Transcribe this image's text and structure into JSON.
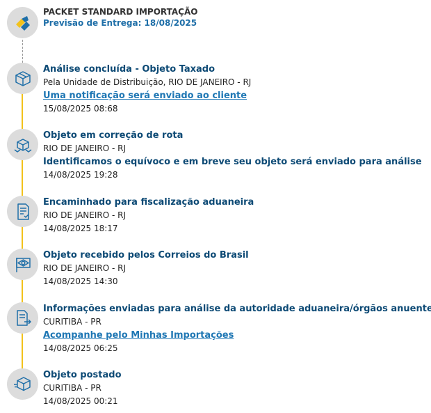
{
  "header": {
    "title": "PACKET STANDARD IMPORTAÇÃO",
    "subtitle": "Previsão de Entrega: 18/08/2025"
  },
  "events": [
    {
      "title": "Análise concluída - Objeto Taxado",
      "location": "Pela Unidade de Distribuição, RIO DE JANEIRO - RJ",
      "link": "Uma notificação será enviado ao cliente",
      "datetime": "15/08/2025 08:68"
    },
    {
      "title": "Objeto em correção de rota",
      "location": "RIO DE JANEIRO - RJ",
      "note": "Identificamos o equívoco e em breve seu objeto será enviado para análise",
      "datetime": "14/08/2025 19:28"
    },
    {
      "title": "Encaminhado para fiscalização aduaneira",
      "location": "RIO DE JANEIRO - RJ",
      "datetime": "14/08/2025 18:17"
    },
    {
      "title": "Objeto recebido pelos Correios do Brasil",
      "location": "RIO DE JANEIRO - RJ",
      "datetime": "14/08/2025 14:30"
    },
    {
      "title": "Informações enviadas para análise da autoridade aduaneira/órgãos anuentes",
      "location": "CURITIBA - PR",
      "link": "Acompanhe pelo Minhas Importações",
      "datetime": "14/08/2025 06:25"
    },
    {
      "title": "Objeto postado",
      "location": "CURITIBA - PR",
      "datetime": "14/08/2025 00:21"
    }
  ],
  "colors": {
    "timeline_line": "#f2c21b",
    "title": "#0d4a75",
    "link": "#1f77b4",
    "icon_bg": "#dcdcdc"
  },
  "icons": [
    "correios-logo-icon",
    "package-icon",
    "reroute-package-icon",
    "document-check-icon",
    "brazil-flag-icon",
    "document-send-icon",
    "package-posted-icon"
  ]
}
